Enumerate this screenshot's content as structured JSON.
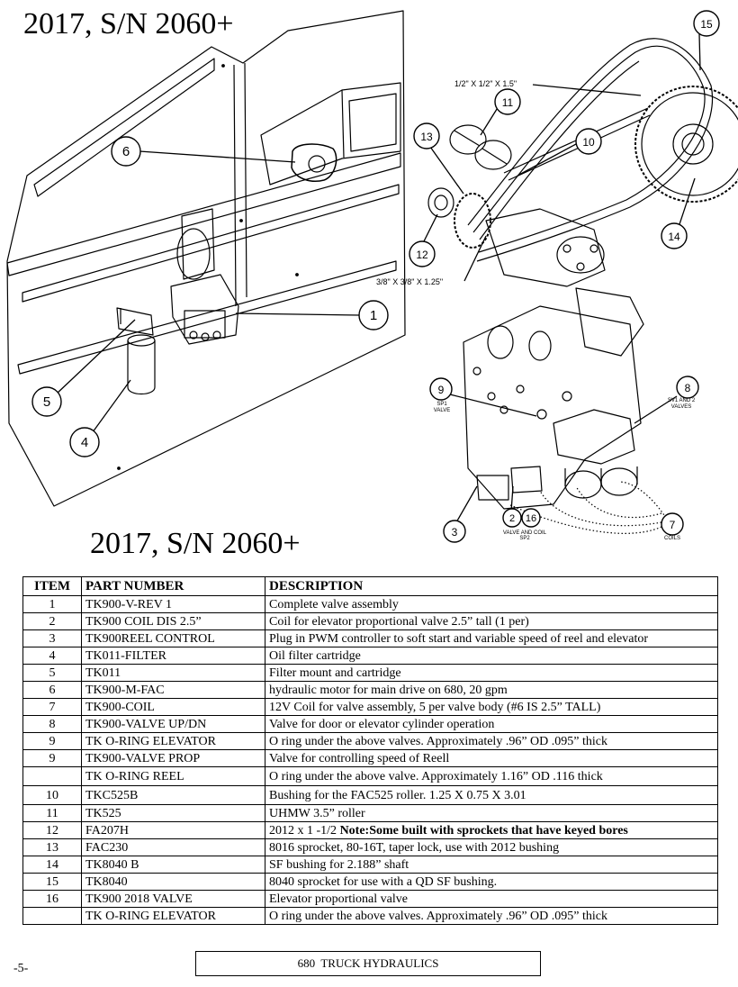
{
  "header": {
    "title_top": "2017, S/N 2060+",
    "title_mid": "2017, S/N 2060+"
  },
  "figure": {
    "callouts": [
      "1",
      "2",
      "3",
      "4",
      "5",
      "6",
      "7",
      "8",
      "9",
      "10",
      "11",
      "12",
      "13",
      "14",
      "15",
      "16"
    ],
    "labels": {
      "shaft_key_top": "1/2\" X 1/2\" X 1.5\"",
      "shaft_key_bottom": "3/8\" X 3/8\" X 1.25\"",
      "sp1": "SP1",
      "valve": "VALVE",
      "sv": "SV1 AND 2",
      "valves": "VALVES",
      "valve_and_coil": "VALVE AND COIL",
      "sp2": "SP2",
      "coils": "COILS"
    }
  },
  "table": {
    "headers": [
      "ITEM",
      "PART NUMBER",
      "DESCRIPTION"
    ],
    "rows": [
      {
        "item": "1",
        "part": "TK900-V-REV 1",
        "desc": "Complete valve assembly"
      },
      {
        "item": "2",
        "part": "TK900 COIL DIS 2.5”",
        "desc": "Coil for elevator proportional valve 2.5” tall (1 per)"
      },
      {
        "item": "3",
        "part": "TK900REEL CONTROL",
        "desc": "Plug in PWM controller to soft start and variable speed of reel and elevator"
      },
      {
        "item": "4",
        "part": "TK011-FILTER",
        "desc": "Oil filter cartridge"
      },
      {
        "item": "5",
        "part": "TK011",
        "desc": "Filter mount and cartridge"
      },
      {
        "item": "6",
        "part": "TK900-M-FAC",
        "desc": "hydraulic motor for main drive on 680, 20 gpm"
      },
      {
        "item": "7",
        "part": "TK900-COIL",
        "desc": "12V Coil for valve assembly, 5 per valve body  (#6 IS 2.5” TALL)"
      },
      {
        "item": "8",
        "part": "TK900-VALVE UP/DN",
        "desc": "Valve for door or elevator cylinder operation"
      },
      {
        "item": "9",
        "part": "TK O-RING ELEVATOR",
        "desc": "O ring under the above valves. Approximately .96” OD .095” thick"
      },
      {
        "item": "9",
        "part": "TK900-VALVE PROP",
        "desc": "Valve for controlling speed of Reell"
      },
      {
        "item": "",
        "part": "TK O-RING REEL",
        "desc": "O ring under the above valve. Approximately 1.16” OD .116 thick"
      },
      {
        "item": "10",
        "part": "TKC525B",
        "desc": "Bushing for the FAC525 roller. 1.25 X 0.75 X 3.01"
      },
      {
        "item": "11",
        "part": "TK525",
        "desc": "UHMW 3.5” roller"
      },
      {
        "item": "12",
        "part": "FA207H",
        "desc": "2012 x 1 -1/2 ",
        "desc_bold": "Note:Some built with sprockets that have keyed bores"
      },
      {
        "item": "13",
        "part": "FAC230",
        "desc": "8016 sprocket, 80-16T, taper lock, use with 2012 bushing"
      },
      {
        "item": "14",
        "part": "TK8040 B",
        "desc": "SF bushing for 2.188” shaft"
      },
      {
        "item": "15",
        "part": "TK8040",
        "desc": "8040 sprocket for use with a QD SF bushing."
      },
      {
        "item": "16",
        "part": "TK900 2018 VALVE",
        "desc": "Elevator proportional valve"
      },
      {
        "item": "",
        "part": "TK O-RING ELEVATOR",
        "desc": "O ring under the above valves. Approximately .96” OD .095” thick"
      }
    ]
  },
  "footer": {
    "page_number": "-5-",
    "section": "680  TRUCK HYDRAULICS"
  }
}
